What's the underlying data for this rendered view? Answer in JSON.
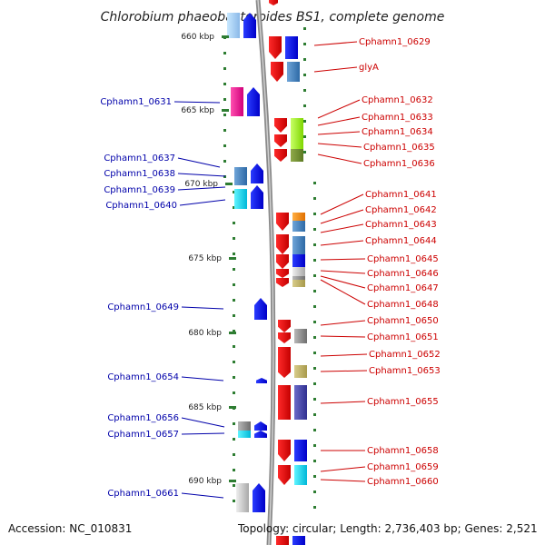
{
  "title": "Chlorobium phaeobacteroides BS1, complete genome",
  "footer": {
    "accession": "Accession: NC_010831",
    "topology": "Topology: circular; Length: 2,736,403 bp; Genes: 2,521"
  },
  "colors": {
    "left_label": "#0000aa",
    "right_label": "#cc0000",
    "backbone": "#888888",
    "tick": "#2e7d32"
  },
  "kbp_marks": [
    {
      "label": "660 kbp",
      "kbp": 660
    },
    {
      "label": "665 kbp",
      "kbp": 665
    },
    {
      "label": "670 kbp",
      "kbp": 670
    },
    {
      "label": "675 kbp",
      "kbp": 675
    },
    {
      "label": "680 kbp",
      "kbp": 680
    },
    {
      "label": "685 kbp",
      "kbp": 685
    },
    {
      "label": "690 kbp",
      "kbp": 690
    }
  ],
  "left_labels": [
    {
      "label": "Cphamn1_0631"
    },
    {
      "label": "Cphamn1_0637"
    },
    {
      "label": "Cphamn1_0638"
    },
    {
      "label": "Cphamn1_0639"
    },
    {
      "label": "Cphamn1_0640"
    },
    {
      "label": "Cphamn1_0649"
    },
    {
      "label": "Cphamn1_0654"
    },
    {
      "label": "Cphamn1_0656"
    },
    {
      "label": "Cphamn1_0657"
    },
    {
      "label": "Cphamn1_0661"
    }
  ],
  "right_labels": [
    {
      "label": "Cphamn1_0629"
    },
    {
      "label": "glyA"
    },
    {
      "label": "Cphamn1_0632"
    },
    {
      "label": "Cphamn1_0633"
    },
    {
      "label": "Cphamn1_0634"
    },
    {
      "label": "Cphamn1_0635"
    },
    {
      "label": "Cphamn1_0636"
    },
    {
      "label": "Cphamn1_0641"
    },
    {
      "label": "Cphamn1_0642"
    },
    {
      "label": "Cphamn1_0643"
    },
    {
      "label": "Cphamn1_0644"
    },
    {
      "label": "Cphamn1_0645"
    },
    {
      "label": "Cphamn1_0646"
    },
    {
      "label": "Cphamn1_0647"
    },
    {
      "label": "Cphamn1_0648"
    },
    {
      "label": "Cphamn1_0650"
    },
    {
      "label": "Cphamn1_0651"
    },
    {
      "label": "Cphamn1_0652"
    },
    {
      "label": "Cphamn1_0653"
    },
    {
      "label": "Cphamn1_0655"
    },
    {
      "label": "Cphamn1_0658"
    },
    {
      "label": "Cphamn1_0659"
    },
    {
      "label": "Cphamn1_0660"
    }
  ]
}
